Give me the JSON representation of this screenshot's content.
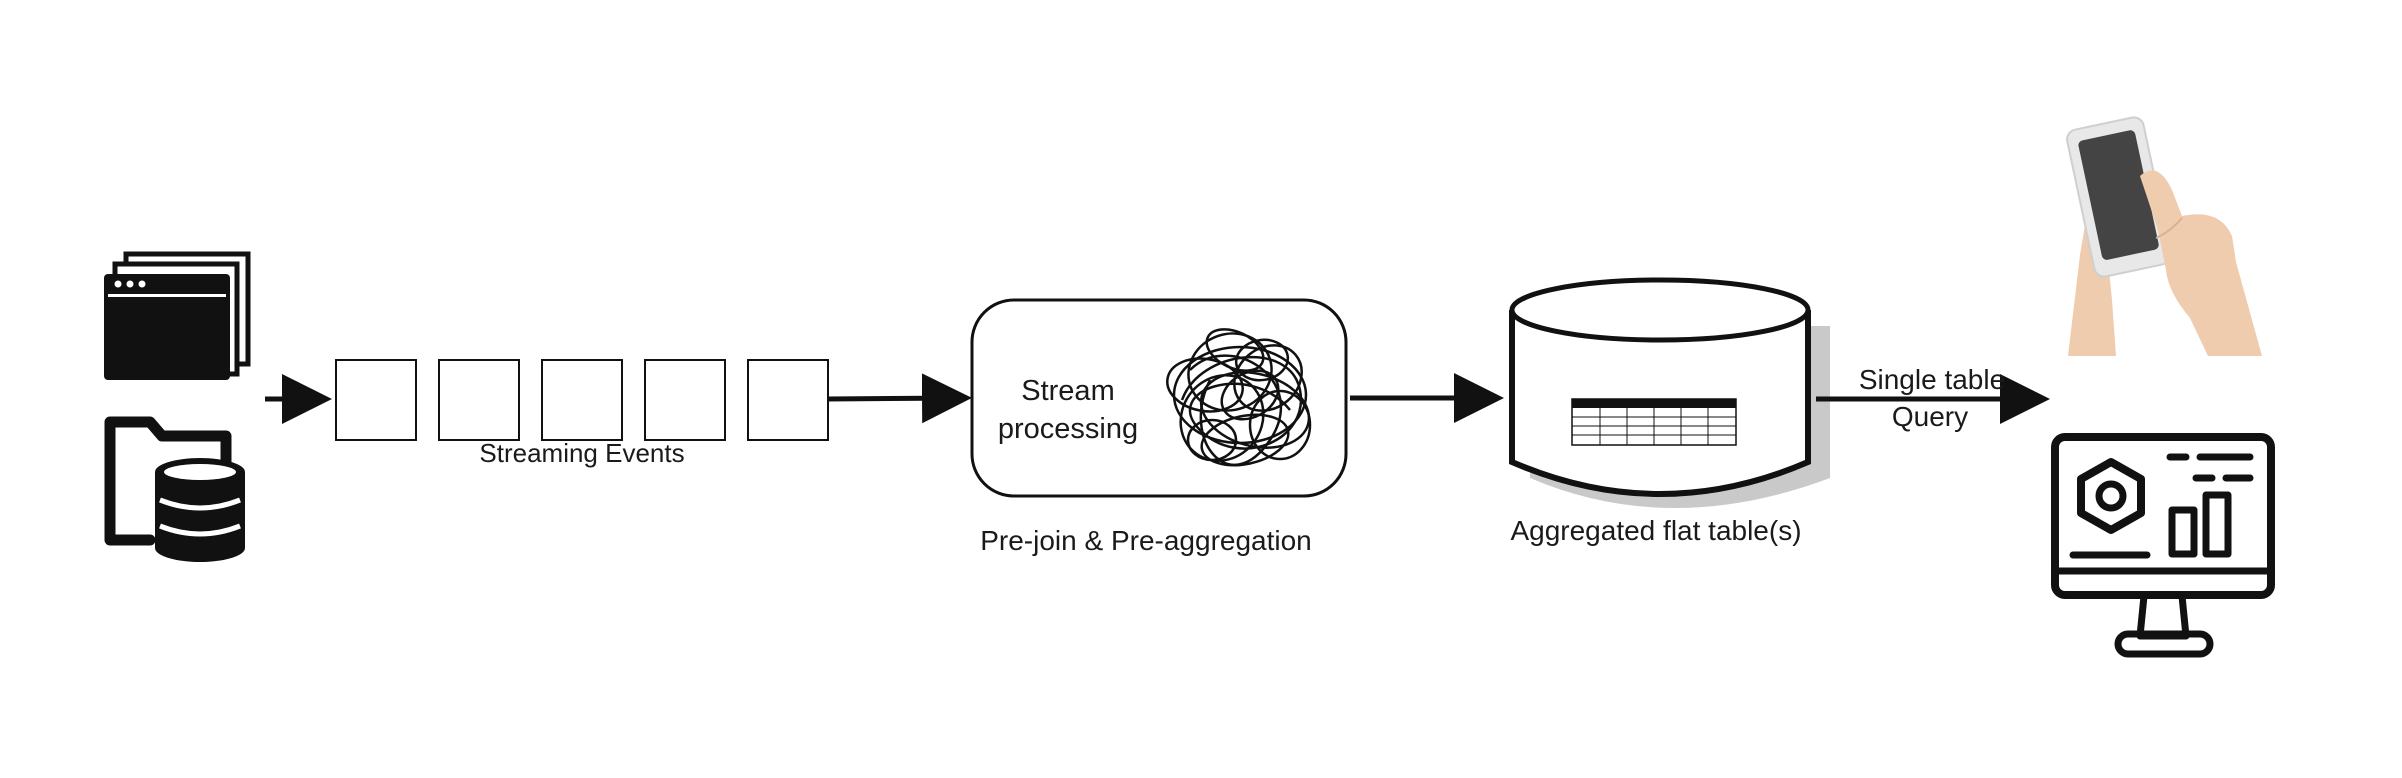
{
  "labels": {
    "streaming_events": "Streaming Events",
    "stream_processing_line1": "Stream",
    "stream_processing_line2": "processing",
    "pre_join": "Pre-join & Pre-aggregation",
    "aggregated_tables": "Aggregated flat table(s)",
    "single_table_line1": "Single table",
    "single_table_line2": "Query"
  },
  "icons": {
    "sources": [
      "browser-windows-icon",
      "folder-database-icon"
    ],
    "consumers": [
      "hand-phone-icon",
      "dashboard-monitor-icon"
    ]
  },
  "colors": {
    "ink": "#111111",
    "skin": "#efccae",
    "phone_screen": "#444444",
    "phone_body": "#e8e8e8"
  }
}
